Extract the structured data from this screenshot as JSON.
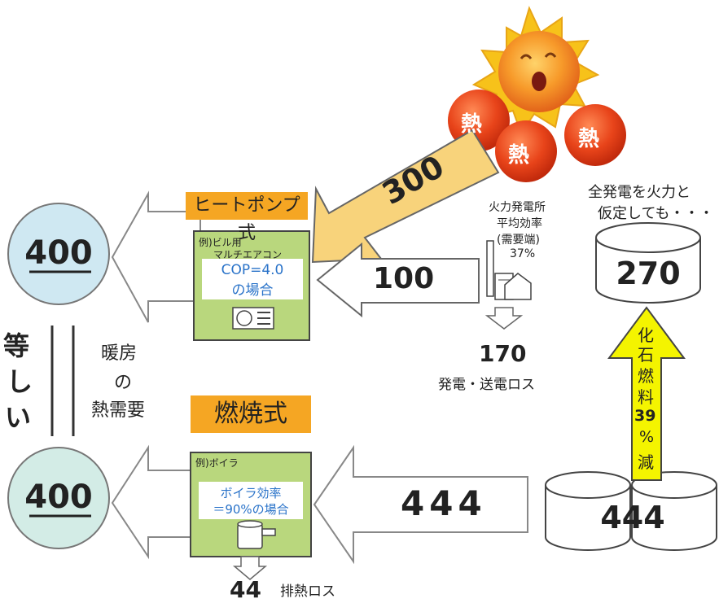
{
  "heat_pump": {
    "label": "ヒートポンプ式",
    "example": "例)ビル用",
    "example2": "マルチエアコン",
    "cop": "COP=4.0",
    "cop_case": "の場合",
    "output": "400",
    "solar_heat": "300",
    "electric_input": "100"
  },
  "sun": {
    "heat1": "熱",
    "heat2": "熱",
    "heat3": "熱"
  },
  "plant": {
    "title": "火力発電所",
    "line2": "平均効率",
    "line3": "(需要端)",
    "efficiency": "37%",
    "loss_value": "170",
    "loss_label": "発電・送電ロス"
  },
  "assumption": {
    "line1": "全発電を火力と",
    "line2": "仮定しても・・・"
  },
  "fuel_hp": "270",
  "fuel_boiler": "444",
  "reduction": {
    "c1": "化",
    "c2": "石",
    "c3": "燃",
    "c4": "料",
    "c5": "39",
    "c6": "%",
    "c7": "減"
  },
  "equal": {
    "c1": "等",
    "c2": "し",
    "c3": "い"
  },
  "demand": {
    "line1": "暖房",
    "line2": "の",
    "line3": "熱需要"
  },
  "combustion": {
    "label": "燃焼式",
    "example": "例)ボイラ",
    "eff1": "ボイラ効率",
    "eff2": "＝90%の場合",
    "output": "400",
    "input": "444",
    "loss_value": "44",
    "loss_label": "排熱ロス"
  },
  "colors": {
    "circle_hp": "#cfe8f2",
    "circle_boiler": "#d3ece6",
    "device_green": "#b9d77d",
    "label_orange": "#f5a623",
    "arrow_yellow": "#f8d37b",
    "up_arrow": "#f4f400",
    "heat_red": "#e63c14",
    "sun_orange": "#f39c2a"
  }
}
